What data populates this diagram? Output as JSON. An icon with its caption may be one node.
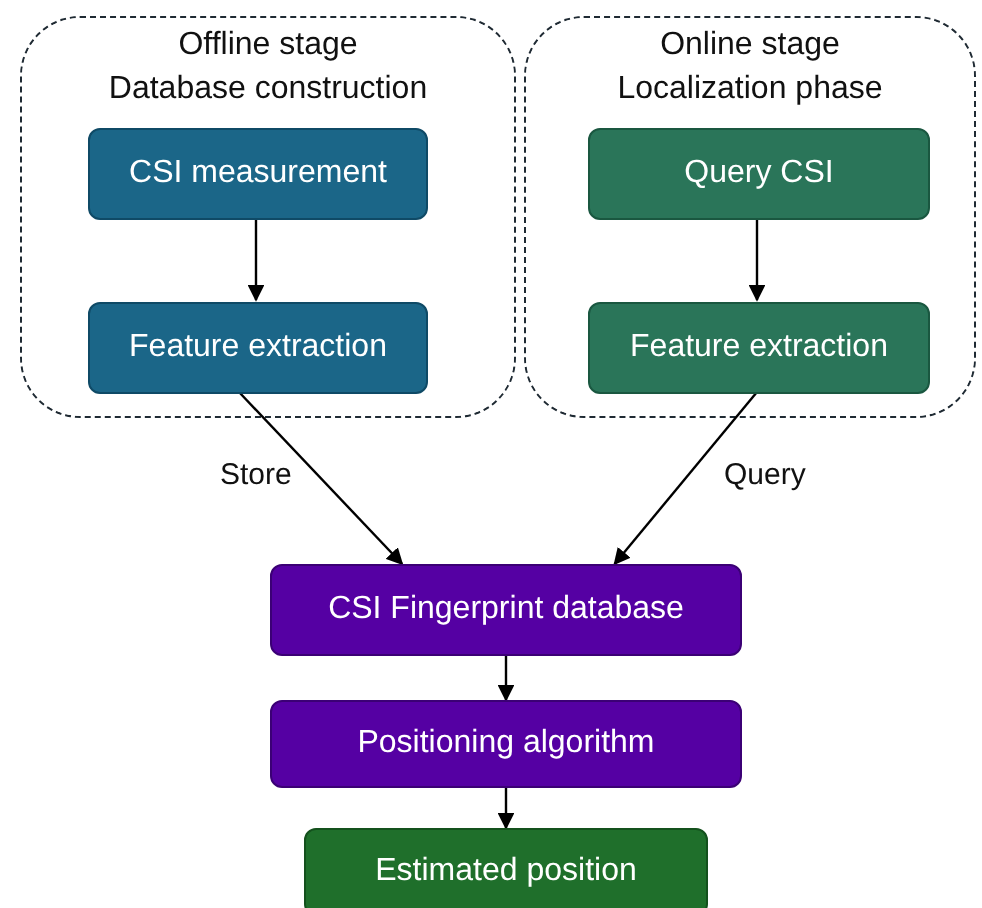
{
  "diagram": {
    "nodes": [
      {
        "text": [
          "Offline stage",
          "Database construction"
        ]
      },
      {
        "text": [
          "CSI measurement"
        ],
        "in": 0
      },
      {
        "text": [
          "Feature extraction"
        ],
        "in": 0
      },
      {
        "text": [
          "Online stage",
          "Localization phase"
        ]
      },
      {
        "text": [
          "Query CSI"
        ],
        "in": 3
      },
      {
        "text": [
          "Feature extraction"
        ],
        "in": 3
      },
      {
        "text": [
          "CSI Fingerprint database"
        ]
      },
      {
        "text": [
          "Positioning algorithm"
        ]
      },
      {
        "text": [
          "Estimated position"
        ]
      }
    ],
    "edges": [
      {
        "from": 1,
        "to": 2,
        "arrow": "to"
      },
      {
        "from": 4,
        "to": 5,
        "arrow": "to"
      },
      {
        "from": 2,
        "to": 6,
        "arrow": "to",
        "label": "Store"
      },
      {
        "from": 5,
        "to": 6,
        "arrow": "to",
        "label": "Query"
      },
      {
        "from": 6,
        "to": 7,
        "arrow": "to"
      },
      {
        "from": 7,
        "to": 8,
        "arrow": "to"
      }
    ]
  }
}
